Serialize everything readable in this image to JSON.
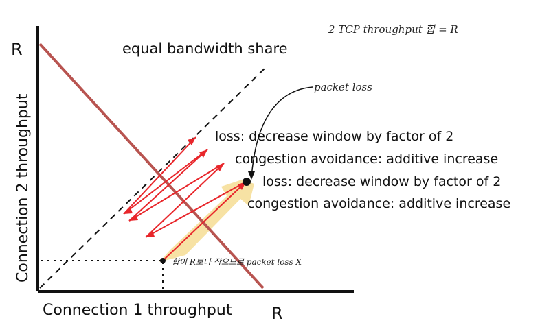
{
  "axes": {
    "x_label": "Connection 1 throughput",
    "y_label": "Connection 2 throughput",
    "x_max_label": "R",
    "y_max_label": "R"
  },
  "labels": {
    "equal_share": "equal bandwidth share",
    "loss_1": "loss: decrease window by factor of 2",
    "ca_1": "congestion avoidance: additive increase",
    "loss_2": "loss: decrease window by factor of 2",
    "ca_2": "congestion avoidance: additive increase"
  },
  "handwritten": {
    "top_right_note": "2 TCP throughput 합 = R",
    "packet_loss": "packet loss",
    "start_note": "합이 R보다 작으므로 packet loss X"
  },
  "colors": {
    "capacity_line": "#b85450",
    "trajectory": "#e8262b",
    "highlight": "#f6df9a",
    "dashed": "#111111"
  }
}
